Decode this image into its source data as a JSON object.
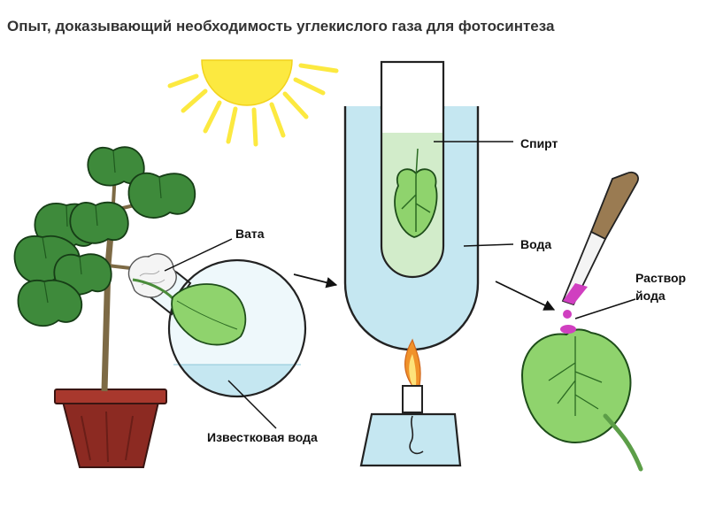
{
  "title": "Опыт, доказывающий необходимость углекислого газа для фотосинтеза",
  "labels": {
    "cotton": "Вата",
    "lime_water": "Известковая вода",
    "alcohol": "Спирт",
    "water": "Вода",
    "iodine_line1": "Раствор",
    "iodine_line2": "йода"
  },
  "colors": {
    "water": "#c5e7f1",
    "leaf": "#8fd36d",
    "plant_leaf": "#3e8a3b",
    "pot": "#8c2a22",
    "sun": "#fce940",
    "flame": "#f0922a",
    "iodine": "#d03fc0",
    "alcohol": "#d2ecca"
  }
}
